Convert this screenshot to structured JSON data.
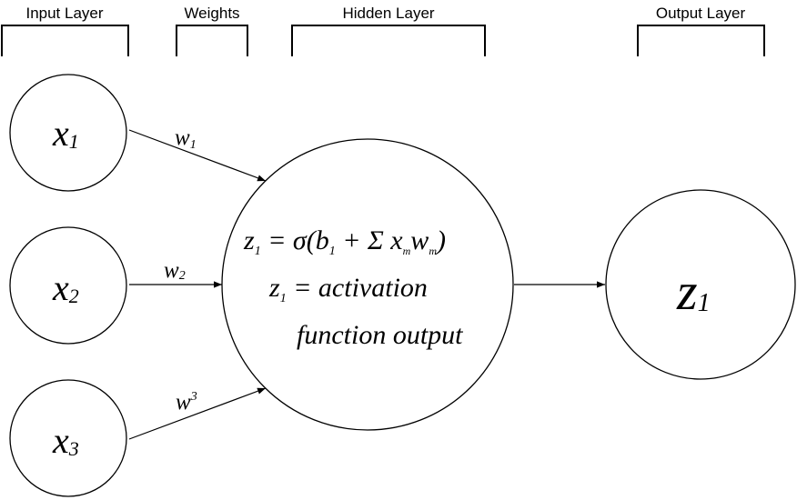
{
  "layers": {
    "input": "Input Layer",
    "weights": "Weights",
    "hidden": "Hidden Layer",
    "output": "Output Layer"
  },
  "inputs": [
    {
      "base": "x",
      "sub": "1"
    },
    {
      "base": "x",
      "sub": "2"
    },
    {
      "base": "x",
      "sub": "3"
    }
  ],
  "weights": [
    {
      "base": "w",
      "sub": "1"
    },
    {
      "base": "w",
      "sub": "2"
    },
    {
      "base": "w",
      "sup": "3"
    }
  ],
  "hidden": {
    "eq1": {
      "z": "z",
      "z_sub": "1",
      "eq": " = σ(",
      "b": "b",
      "b_sub": "1",
      "plus": " + Σ ",
      "x": "x",
      "x_sub": "m",
      "w": "w",
      "w_sub": "m",
      "close": ")"
    },
    "eq2": {
      "z": "z",
      "z_sub": "1",
      "rest": " =  activation"
    },
    "eq3": "function output"
  },
  "output": {
    "base": "z",
    "sub": "1"
  }
}
